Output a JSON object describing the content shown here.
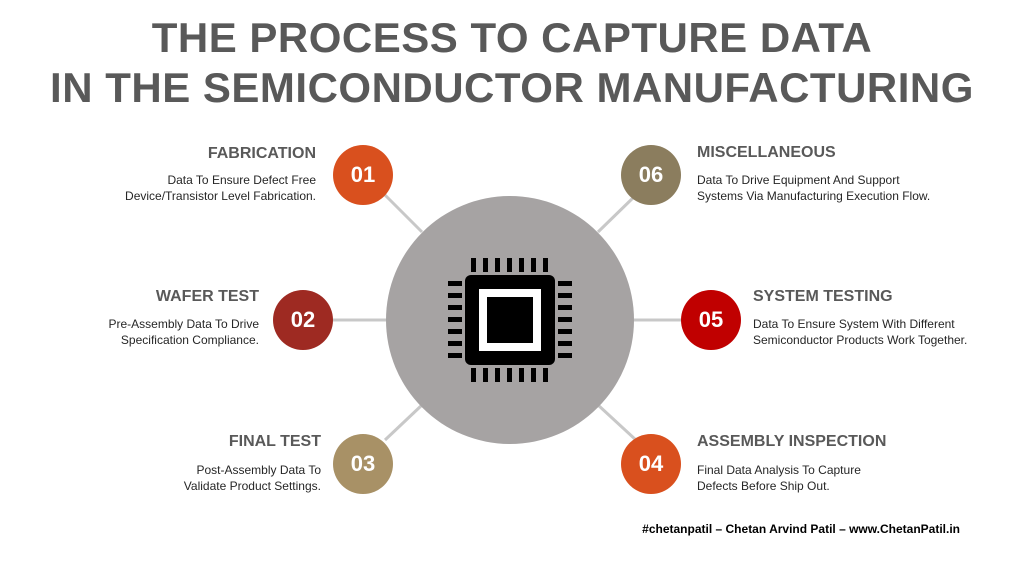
{
  "title": {
    "line1": "THE PROCESS TO CAPTURE DATA",
    "line2": "IN THE SEMICONDUCTOR MANUFACTURING"
  },
  "colors": {
    "title": "#595959",
    "hub": "#a6a3a3",
    "connector": "#c8c8c8",
    "chip": "#000000"
  },
  "center_icon": "microchip-icon",
  "steps": [
    {
      "number": "01",
      "title": "FABRICATION",
      "desc_line1": "Data To Ensure Defect Free",
      "desc_line2": "Device/Transistor Level Fabrication.",
      "color": "#d9501e"
    },
    {
      "number": "02",
      "title": "WAFER TEST",
      "desc_line1": "Pre-Assembly Data To Drive",
      "desc_line2": "Specification Compliance.",
      "color": "#9e2a22"
    },
    {
      "number": "03",
      "title": "FINAL TEST",
      "desc_line1": "Post-Assembly Data To",
      "desc_line2": "Validate Product Settings.",
      "color": "#a89166"
    },
    {
      "number": "04",
      "title": "ASSEMBLY INSPECTION",
      "desc_line1": "Final Data Analysis To Capture",
      "desc_line2": "Defects Before Ship Out.",
      "color": "#d9501e"
    },
    {
      "number": "05",
      "title": "SYSTEM TESTING",
      "desc_line1": "Data To Ensure System With Different",
      "desc_line2": "Semiconductor Products Work Together.",
      "color": "#c00000"
    },
    {
      "number": "06",
      "title": "MISCELLANEOUS",
      "desc_line1": "Data To Drive Equipment And Support",
      "desc_line2": "Systems Via Manufacturing Execution Flow.",
      "color": "#8b7d5e"
    }
  ],
  "footer": "#chetanpatil – Chetan Arvind Patil – www.ChetanPatil.in"
}
